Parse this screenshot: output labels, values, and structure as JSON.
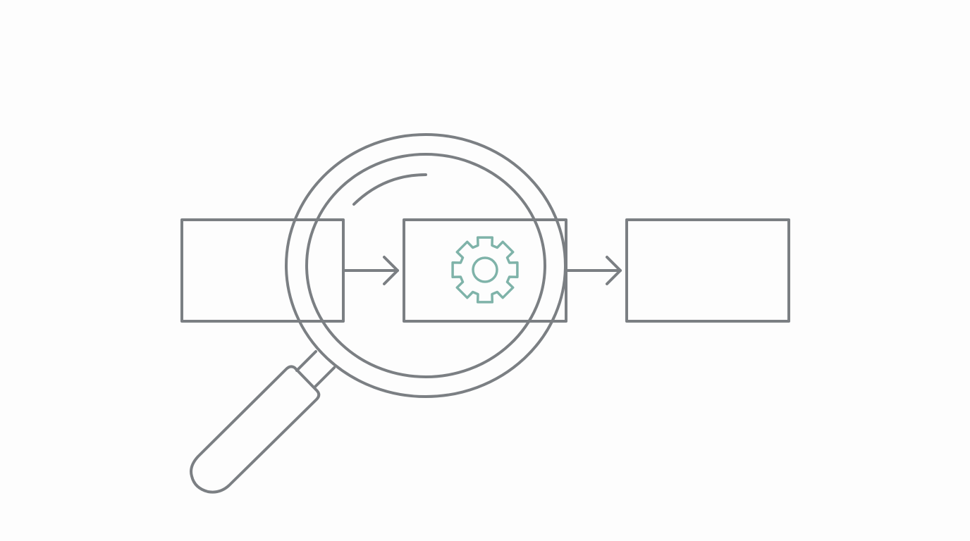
{
  "diagram": {
    "kind": "process-flow-under-inspection",
    "nodes": [
      {
        "id": "input-box",
        "icon": null
      },
      {
        "id": "process-box",
        "icon": "gear-icon"
      },
      {
        "id": "output-box",
        "icon": null
      }
    ],
    "edges": [
      {
        "from": "input-box",
        "to": "process-box",
        "style": "arrow"
      },
      {
        "from": "process-box",
        "to": "output-box",
        "style": "arrow"
      }
    ],
    "overlay_icon": "magnifying-glass-icon",
    "focus_node": "process-box"
  },
  "colors": {
    "background": "#fdfdfd",
    "stroke": "#7b7f83",
    "gear_accent": "#7fb3a9"
  }
}
